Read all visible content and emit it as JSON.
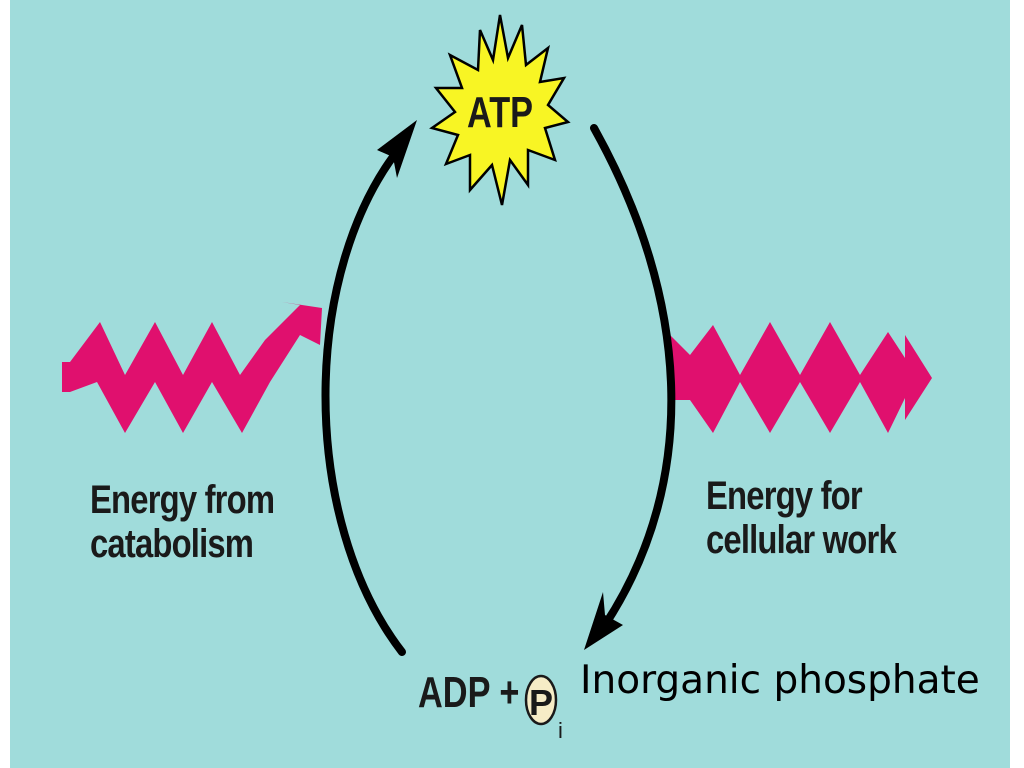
{
  "colors": {
    "background": "#a0dcdb",
    "energy_arrow": "#e0106e",
    "atp_star": "#f8f524",
    "phosphate_circle": "#f6ecc6",
    "cycle_arrow": "#000000"
  },
  "atp": {
    "label": "ATP"
  },
  "adp": {
    "text": "ADP +",
    "phosphate_symbol": "P",
    "phosphate_subscript": "i"
  },
  "inorganic_phosphate": {
    "label": "Inorganic phosphate"
  },
  "left": {
    "line1": "Energy from",
    "line2": "catabolism"
  },
  "right": {
    "line1": "Energy for",
    "line2": "cellular work"
  }
}
